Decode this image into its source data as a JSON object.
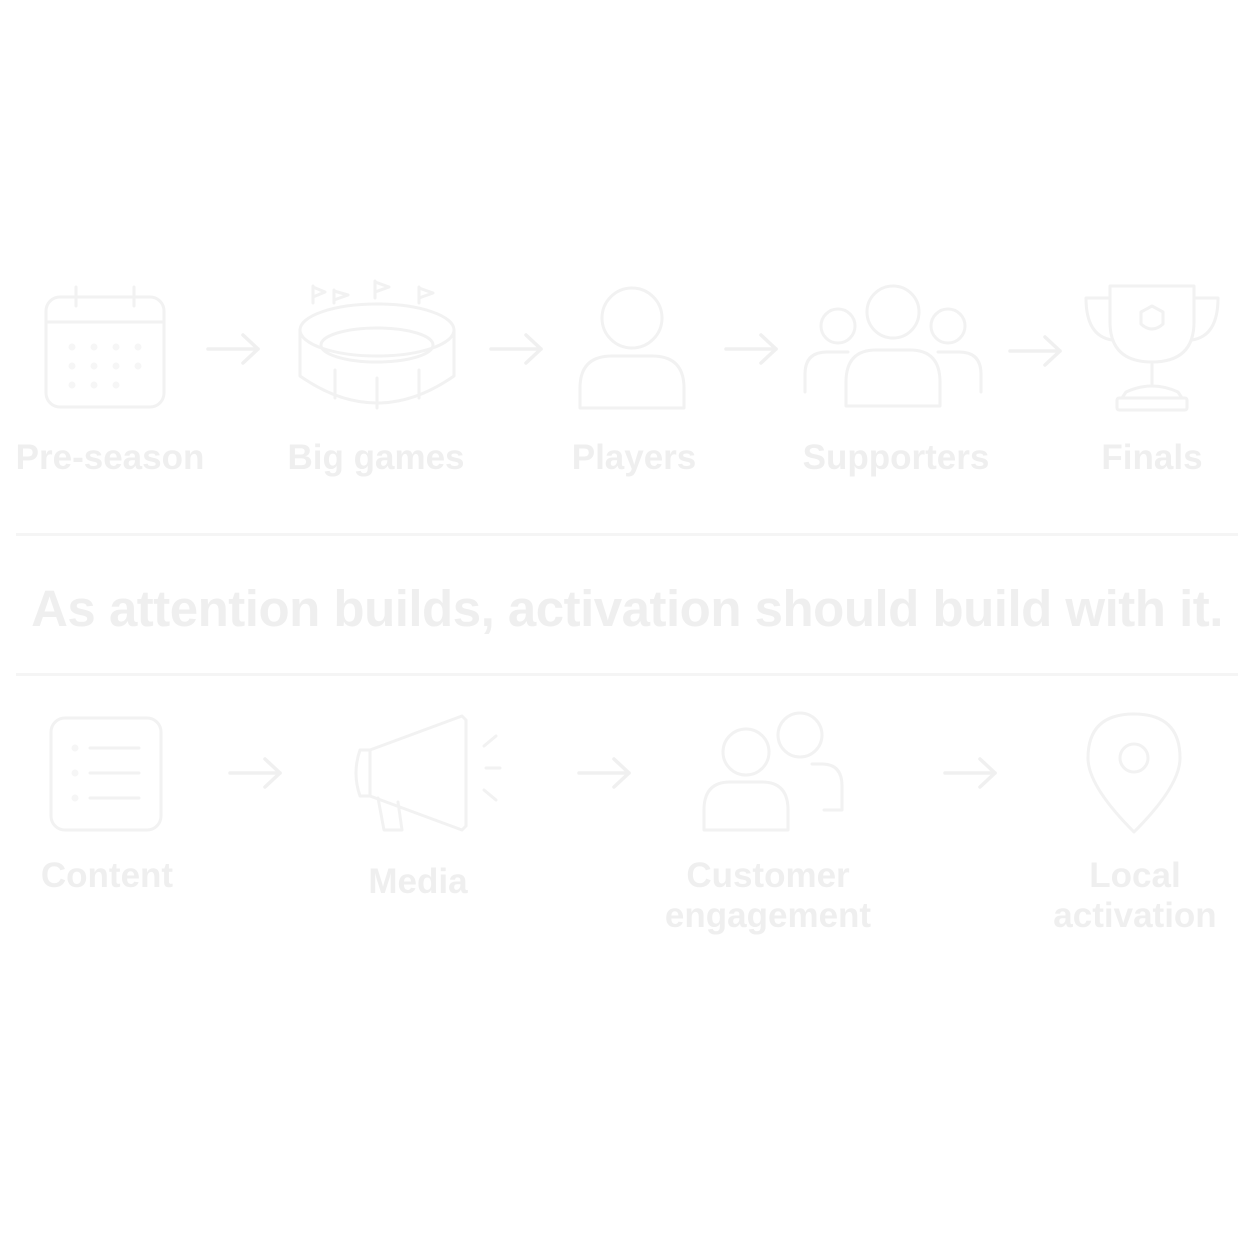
{
  "top_row": {
    "steps": [
      {
        "label": "Pre-season",
        "icon": "calendar-icon"
      },
      {
        "label": "Big games",
        "icon": "stadium-icon"
      },
      {
        "label": "Players",
        "icon": "player-icon"
      },
      {
        "label": "Supporters",
        "icon": "supporters-icon"
      },
      {
        "label": "Finals",
        "icon": "trophy-icon"
      }
    ]
  },
  "headline": "As attention builds, activation should build with it.",
  "bottom_row": {
    "steps": [
      {
        "label": "Content",
        "icon": "document-icon"
      },
      {
        "label": "Media",
        "icon": "megaphone-icon"
      },
      {
        "label": "Customer engagement",
        "icon": "customers-icon"
      },
      {
        "label": "Local activation",
        "icon": "location-pin-icon"
      }
    ]
  },
  "colors": {
    "background": "#ffffff",
    "foreground": "#efefef"
  }
}
